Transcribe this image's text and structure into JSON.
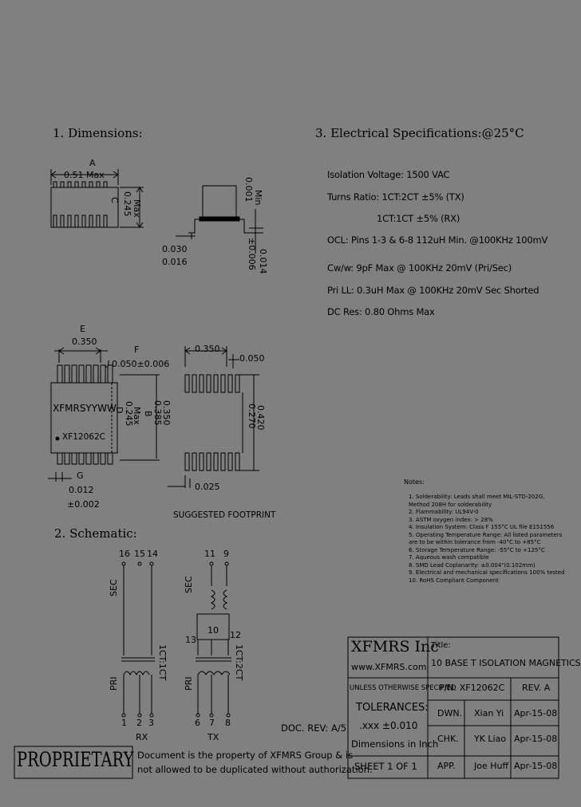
{
  "sections": {
    "dimensions": "1. Dimensions:",
    "electrical": "3. Electrical   Specifications:@25°C",
    "schematic": "2. Schematic:"
  },
  "electrical_specs": [
    "Isolation Voltage:  1500 VAC",
    "Turns Ratio: 1CT:2CT ±5% (TX)",
    "1CT:1CT ±5% (RX)",
    "OCL: Pins 1-3 & 6-8 112uH Min. @100KHz 100mV",
    "Cw/w: 9pF Max @ 100KHz 20mV (Pri/Sec)",
    "Pri LL: 0.3uH Max @ 100KHz 20mV Sec Shorted",
    "DC Res: 0.80 Ohms Max"
  ],
  "dimensions": {
    "A": "A",
    "A_val": "0.51 Max",
    "C": "C",
    "C_val": "0.245",
    "C_max": "Max",
    "min_val": "0.001",
    "min_label": "Min",
    "lead_w": "0.030",
    "lead_w2": "0.016",
    "lead_t": "0.014",
    "lead_t2": "±0.006",
    "E": "E",
    "E_val": "0.350",
    "F": "F",
    "F_val": "0.050±0.006",
    "B": "B",
    "B_val": "0.385",
    "B_val2": "0.350",
    "D": "D",
    "D_val": "0.245",
    "D_max": "Max",
    "G": "G",
    "G_val": "0.012",
    "G_val2": "±0.002",
    "part_marking": "XFMRSYYWW",
    "part_number_mark": "XF12062C",
    "fp_w": "0.350",
    "fp_pitch": "0.050",
    "fp_inner": "0.270",
    "fp_outer": "0.420",
    "fp_pad": "0.025",
    "footprint_label": "SUGGESTED FOOTPRINT"
  },
  "notes": {
    "title": "Notes:",
    "items": [
      "1. Solderability: Leads shall meet MIL-STD-202G,",
      "    Method 208H for solderability",
      "2. Flammability: UL94V-0",
      "3. ASTM oxygen index: > 28%",
      "4. Insulation System: Class F 155°C  UL file E151556",
      "5. Operating Temperature Range: All listed parameters",
      "    are to be within tolerance from -40°C to +85°C",
      "6. Storage Temperature Range: -55°C to +125°C",
      "7. Aqueous wash compatible",
      "8. SMD Lead Coplanarity: ±0.004\"(0.102mm)",
      "9. Electrical and mechanical specifications 100% tested",
      "10. RoHS Compliant Component"
    ]
  },
  "schematic": {
    "rx": {
      "top_pins": [
        "16",
        "15",
        "14"
      ],
      "bottom_pins": [
        "1",
        "2",
        "3"
      ],
      "sec": "SEC",
      "pri": "PRI",
      "ratio": "1CT:1CT",
      "label": "RX"
    },
    "tx": {
      "top_pins": [
        "11",
        "9"
      ],
      "mid_pins": [
        "13",
        "10",
        "12"
      ],
      "bottom_pins": [
        "6",
        "7",
        "8"
      ],
      "sec": "SEC",
      "pri": "PRI",
      "ratio": "1CT:2CT",
      "label": "TX"
    }
  },
  "title_block": {
    "company": "XFMRS Inc",
    "website": "www.XFMRS.com",
    "title_label": "Title:",
    "title": "10 BASE T ISOLATION MAGNETICS",
    "unless": "UNLESS OTHERWISE SPECIFIED",
    "tolerances": "TOLERANCES:",
    "tol_val": ".xxx ±0.010",
    "dims_in": "Dimensions in Inch",
    "pn": "P/N: XF12062C",
    "rev": "REV. A",
    "dwn": "DWN.",
    "dwn_name": "Xian Yi",
    "dwn_date": "Apr-15-08",
    "chk": "CHK.",
    "chk_name": "YK Liao",
    "chk_date": "Apr-15-08",
    "app": "APP.",
    "app_name": "Joe Huff",
    "app_date": "Apr-15-08",
    "sheet": "SHEET  1  OF  1",
    "doc_rev": "DOC. REV: A/5",
    "proprietary": "PROPRIETARY",
    "prop_text1": "Document is the property of XFMRS Group & is",
    "prop_text2": "not allowed to be duplicated without authorization."
  }
}
